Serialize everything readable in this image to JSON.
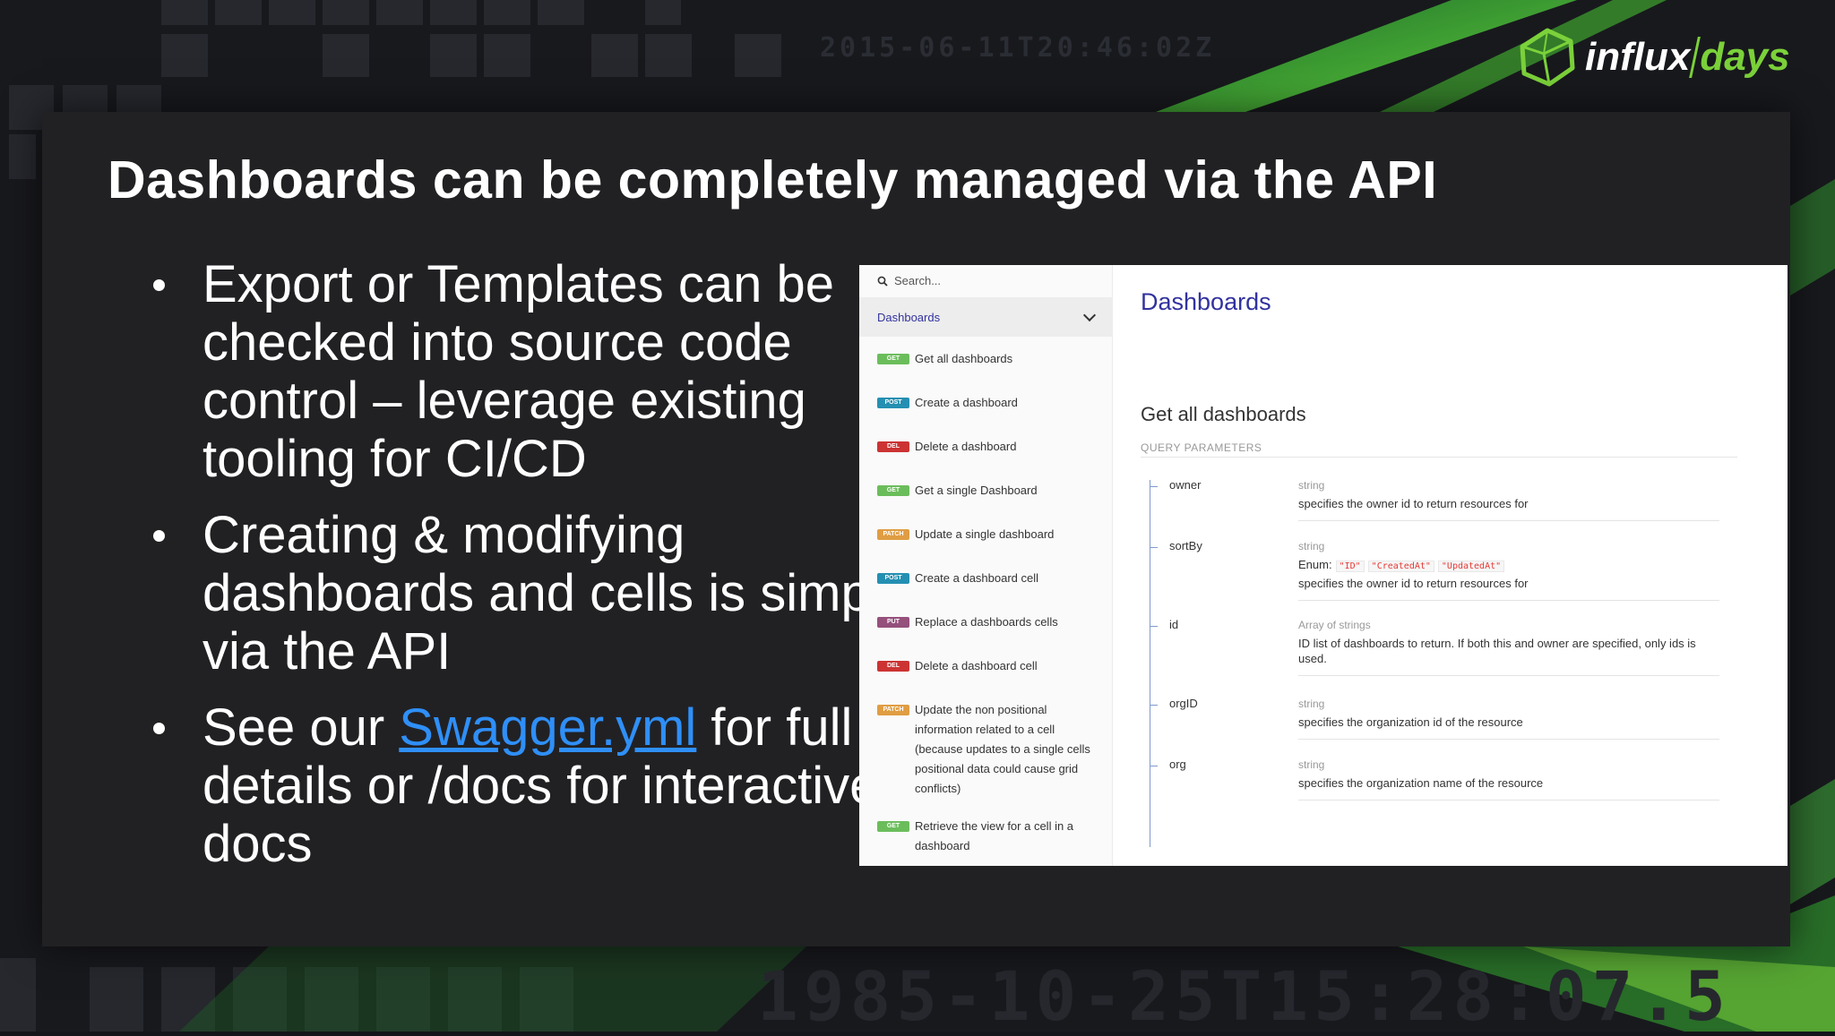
{
  "background": {
    "timestamp_top": "2015-06-11T20:46:02Z",
    "timestamp_bottom": "1985-10-25T15:28:07.5"
  },
  "logo": {
    "word1": "influx",
    "word2": "days",
    "accent_color": "#7bd13a"
  },
  "slide": {
    "title": "Dashboards can be completely managed via the API",
    "bullets": [
      {
        "text": "Export or Templates can be checked into source code control – leverage existing tooling for CI/CD"
      },
      {
        "text": "Creating & modifying dashboards and cells is simple via the API"
      },
      {
        "before": "See our ",
        "link": "Swagger.yml",
        "after": " for full details or /docs for  interactive docs"
      }
    ]
  },
  "api_doc": {
    "search_placeholder": "Search...",
    "group_label": "Dashboards",
    "menu": [
      {
        "method": "GET",
        "label": "Get all dashboards",
        "color": "#6bbd5b"
      },
      {
        "method": "POST",
        "label": "Create a dashboard",
        "color": "#248fb2"
      },
      {
        "method": "DEL",
        "label": "Delete a dashboard",
        "color": "#cc3333"
      },
      {
        "method": "GET",
        "label": "Get a single Dashboard",
        "color": "#6bbd5b"
      },
      {
        "method": "PATCH",
        "label": "Update a single dashboard",
        "color": "#e09d43"
      },
      {
        "method": "POST",
        "label": "Create a dashboard cell",
        "color": "#248fb2"
      },
      {
        "method": "PUT",
        "label": "Replace a dashboards cells",
        "color": "#95507c"
      },
      {
        "method": "DEL",
        "label": "Delete a dashboard cell",
        "color": "#cc3333"
      },
      {
        "method": "PATCH",
        "label": "Update the non positional information related to a cell (because updates to a single cells positional data could cause grid conflicts)",
        "color": "#e09d43"
      },
      {
        "method": "GET",
        "label": "Retrieve the view for a cell in a dashboard",
        "color": "#6bbd5b"
      }
    ],
    "main_title": "Dashboards",
    "section_title": "Get all dashboards",
    "query_params_label": "QUERY PARAMETERS",
    "params": [
      {
        "name": "owner",
        "type": "string",
        "desc": "specifies the owner id to return resources for"
      },
      {
        "name": "sortBy",
        "type": "string",
        "enum_label": "Enum:",
        "enum": [
          "\"ID\"",
          "\"CreatedAt\"",
          "\"UpdatedAt\""
        ],
        "desc": "specifies the owner id to return resources for"
      },
      {
        "name": "id",
        "type": "Array of strings",
        "desc": "ID list of dashboards to return. If both this and owner are specified, only ids is used."
      },
      {
        "name": "orgID",
        "type": "string",
        "desc": "specifies the organization id of the resource"
      },
      {
        "name": "org",
        "type": "string",
        "desc": "specifies the organization name of the resource"
      }
    ]
  }
}
